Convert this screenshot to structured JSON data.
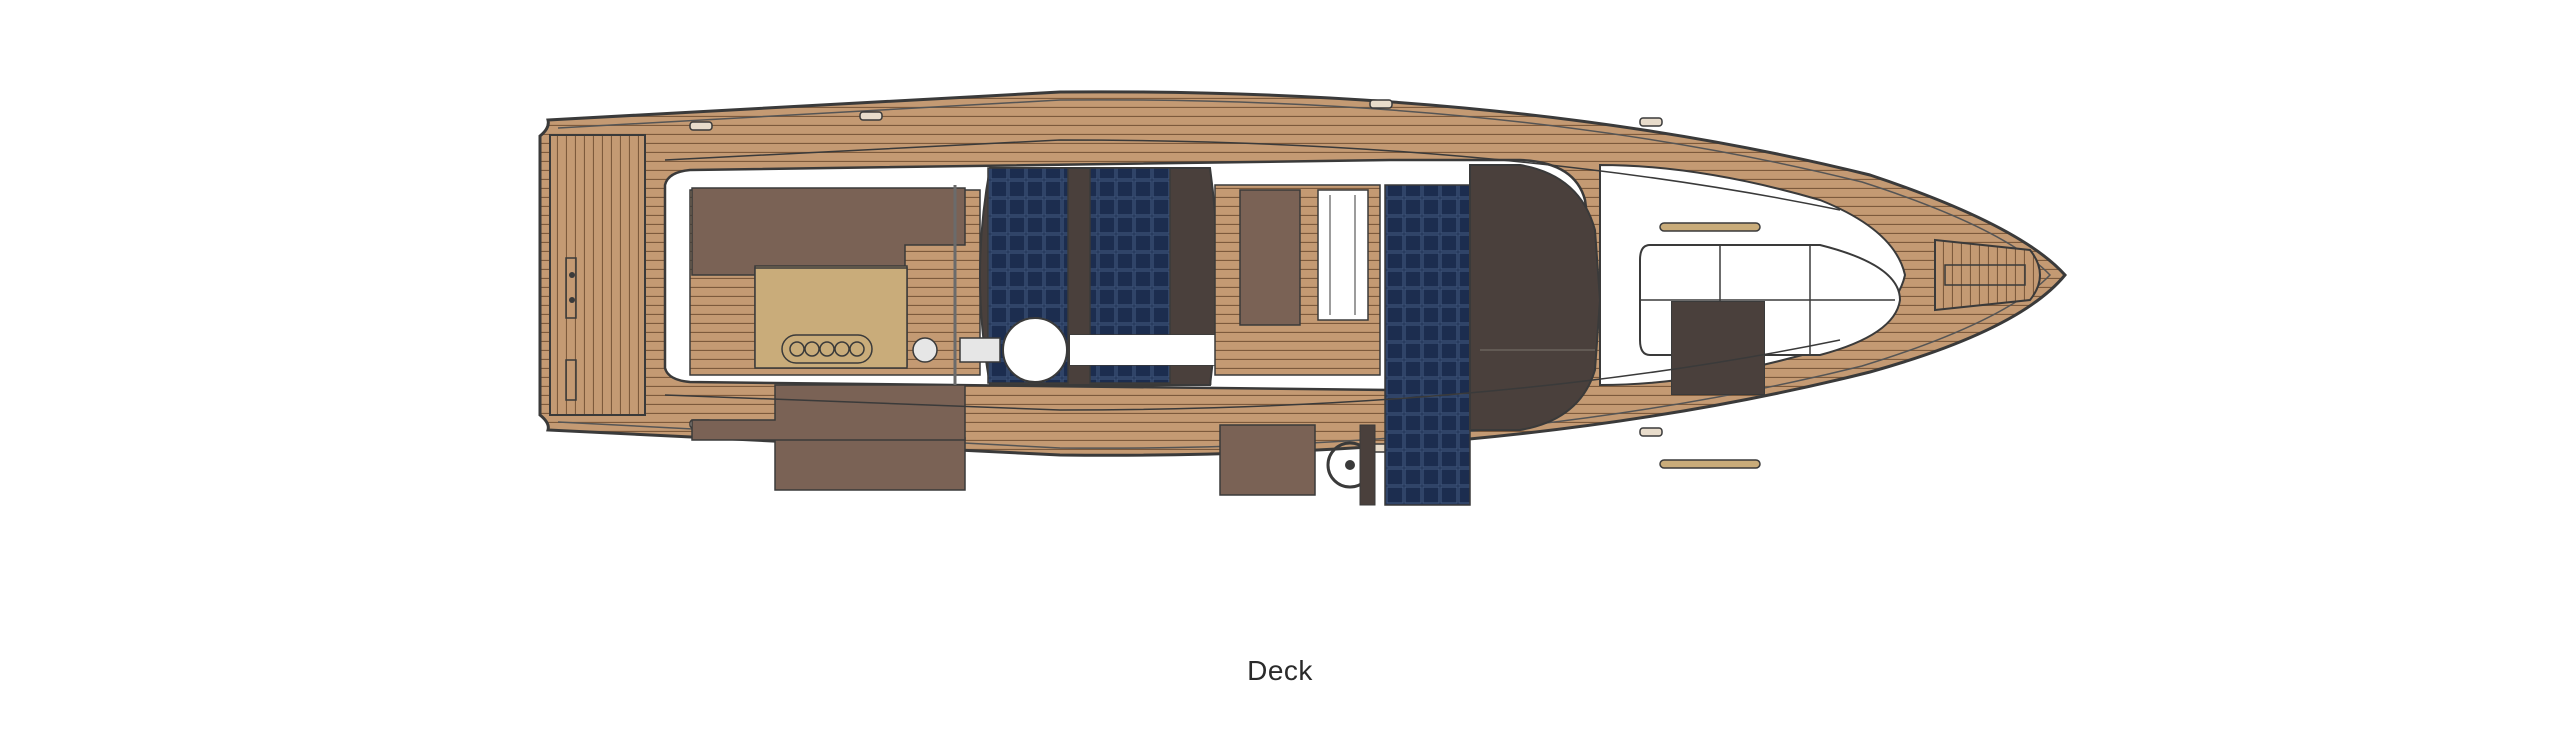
{
  "caption": "Deck",
  "colors": {
    "background": "#ffffff",
    "teak": "#c49a73",
    "teak_seam": "#7d5a3c",
    "hull_outline": "#3a3a3a",
    "cushion_brown": "#7a6255",
    "cushion_dark": "#4a403c",
    "solar_navy": "#1c2d4f",
    "table_tan": "#c9ac7a",
    "caption_text": "#2a2a2a"
  },
  "icons": [
    "boat-hull-outline",
    "solar-panel",
    "radar-dome",
    "steering-wheel",
    "deck-hatch"
  ]
}
